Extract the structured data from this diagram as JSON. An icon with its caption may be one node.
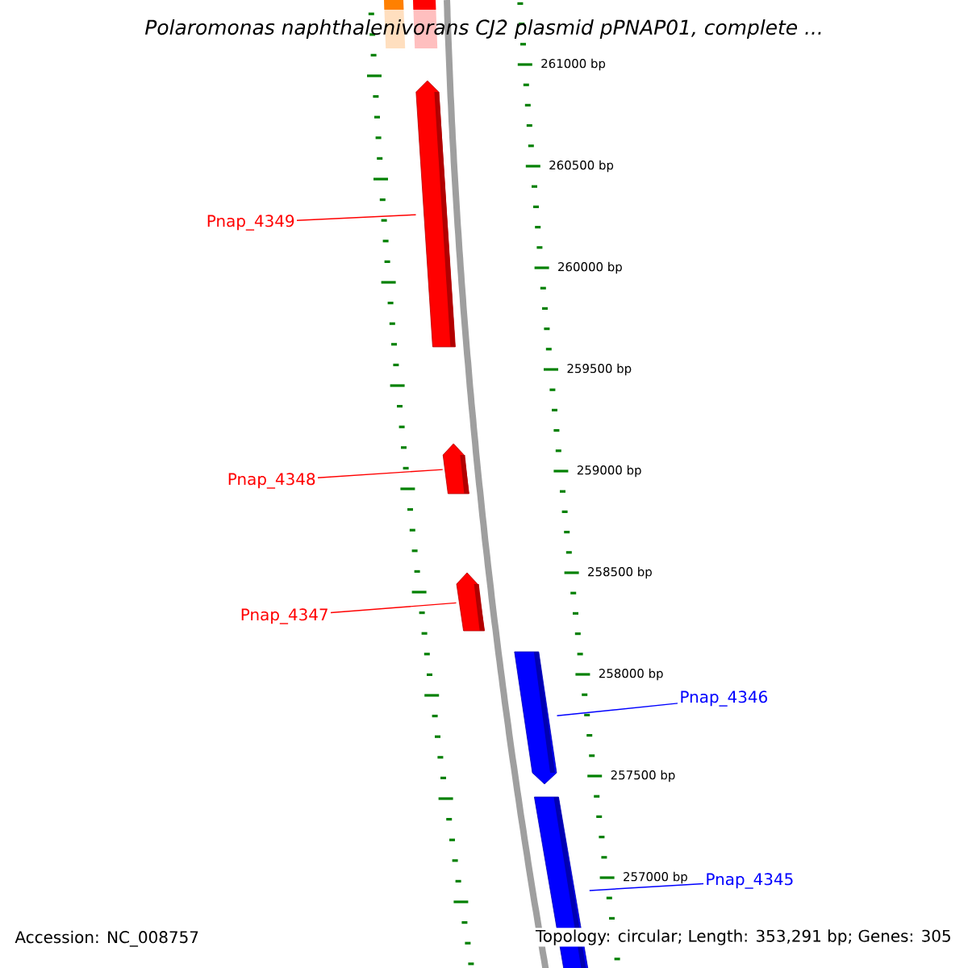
{
  "diagram": {
    "title": "Polaromonas naphthalenivorans CJ2 plasmid pPNAP01, complete ...",
    "nodes": [
      {
        "text": [],
        "shape": "bar"
      },
      {
        "text": [],
        "shape": "bar"
      },
      {
        "text": [
          "Pnap_4349"
        ]
      },
      {
        "text": [],
        "shape": "bar"
      },
      {
        "text": [
          "Pnap_4348"
        ]
      },
      {
        "text": [],
        "shape": "bar"
      },
      {
        "text": [
          "Pnap_4347"
        ]
      },
      {
        "text": [],
        "shape": "bar"
      },
      {
        "text": [
          "Pnap_4346"
        ]
      },
      {
        "text": [],
        "shape": "bar"
      },
      {
        "text": [
          "Pnap_4345"
        ]
      },
      {
        "text": [],
        "shape": "bar"
      }
    ],
    "edges": [
      {
        "from": 2,
        "to": 3,
        "arrow": "none"
      },
      {
        "from": 4,
        "to": 5,
        "arrow": "none"
      },
      {
        "from": 6,
        "to": 7,
        "arrow": "none"
      },
      {
        "from": 8,
        "to": 9,
        "arrow": "none",
        "color": "#0000ff"
      },
      {
        "from": 10,
        "to": 11,
        "arrow": "none",
        "color": "#0000ff"
      }
    ],
    "labels": [
      "261000 bp",
      "260500 bp",
      "260000 bp",
      "259500 bp",
      "259000 bp",
      "258500 bp",
      "258000 bp",
      "257500 bp",
      "257000 bp",
      "Accession: NC_008757",
      "Topology: circular; Length: 353,291 bp; Genes: 305"
    ]
  }
}
